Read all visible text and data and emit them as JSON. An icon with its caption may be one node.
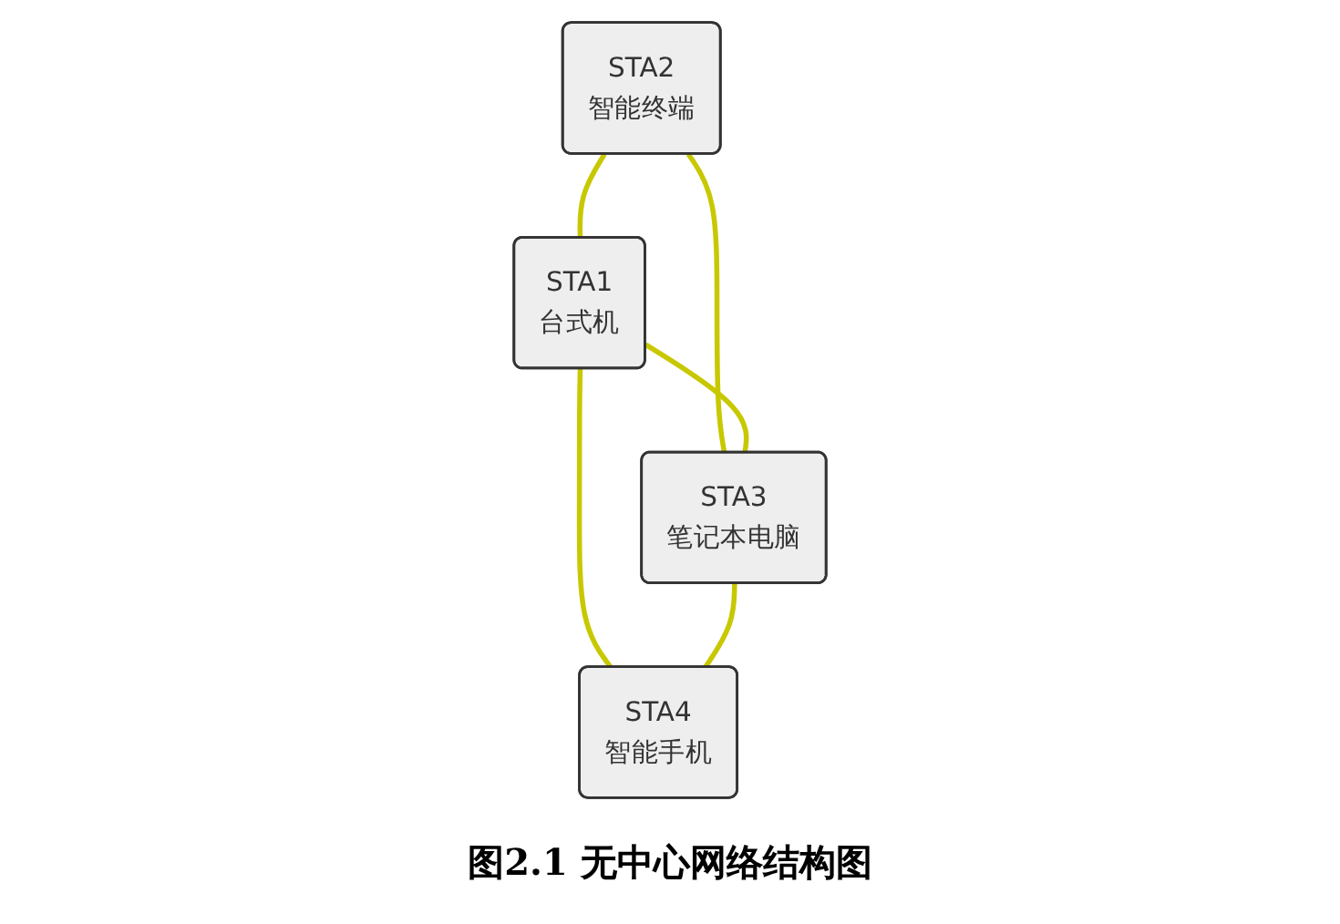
{
  "diagram": {
    "caption": "图2.1 无中心网络结构图",
    "nodes": [
      {
        "text": [
          "STA2",
          "智能终端"
        ]
      },
      {
        "text": [
          "STA1",
          "台式机"
        ]
      },
      {
        "text": [
          "STA3",
          "笔记本电脑"
        ]
      },
      {
        "text": [
          "STA4",
          "智能手机"
        ]
      }
    ],
    "edges": [
      {
        "from": 0,
        "to": 1,
        "arrow": "none"
      },
      {
        "from": 0,
        "to": 2,
        "arrow": "none"
      },
      {
        "from": 1,
        "to": 2,
        "arrow": "none"
      },
      {
        "from": 1,
        "to": 3,
        "arrow": "none"
      },
      {
        "from": 2,
        "to": 3,
        "arrow": "none"
      }
    ]
  }
}
